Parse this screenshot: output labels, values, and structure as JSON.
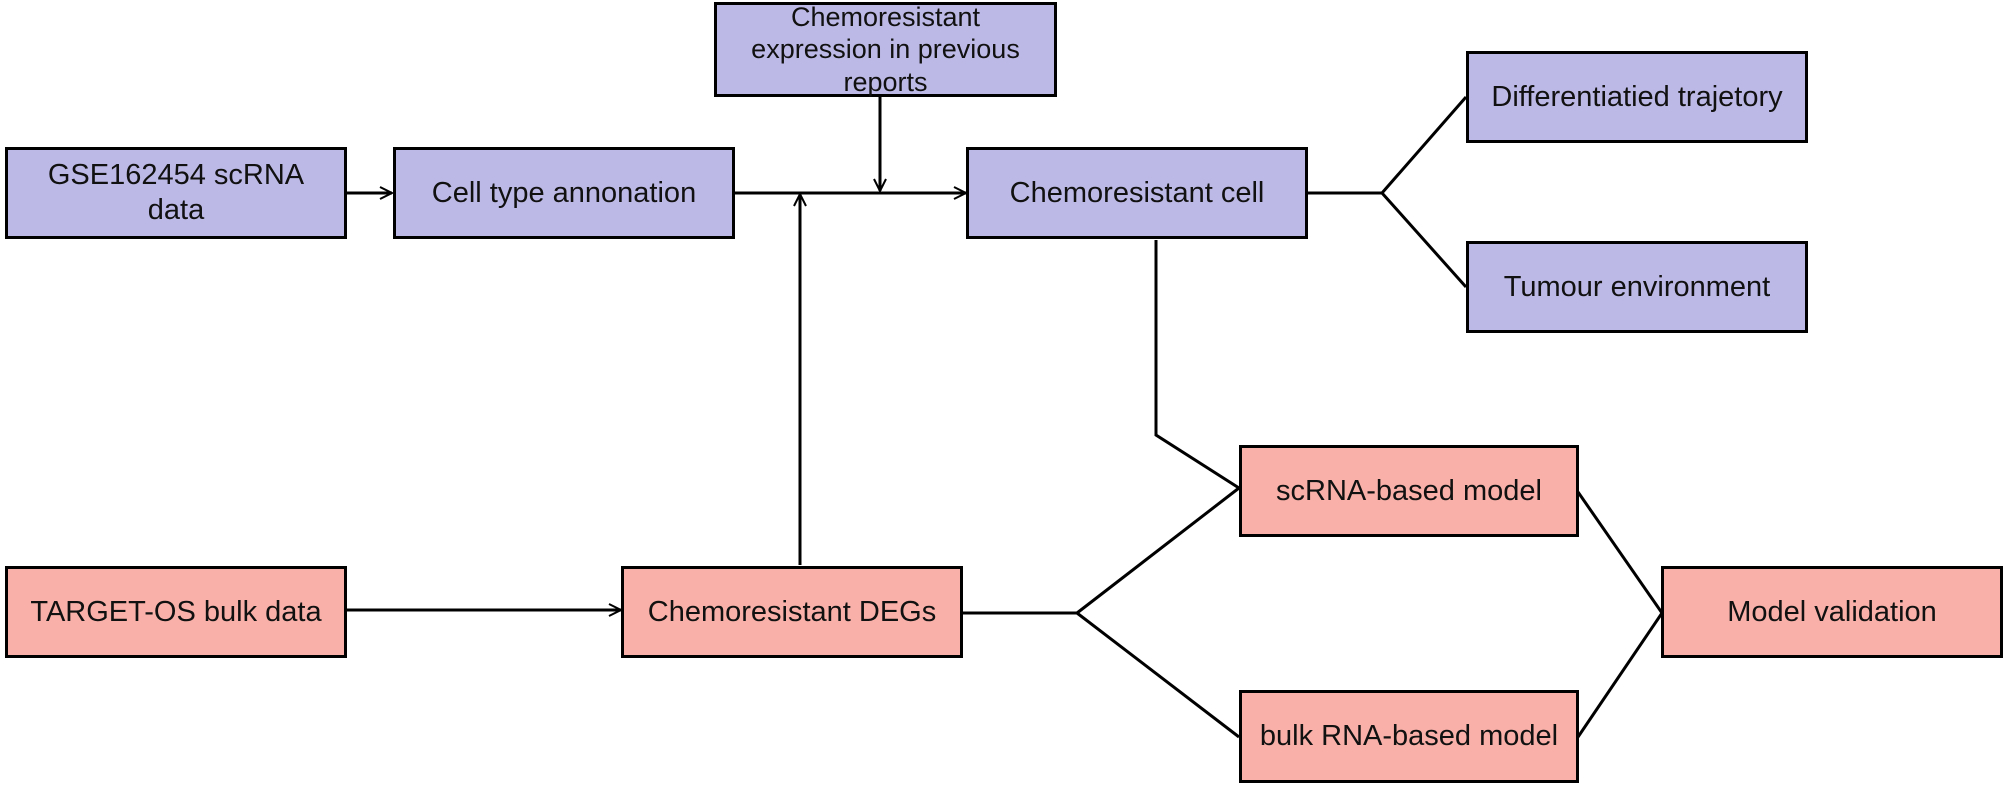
{
  "colors": {
    "scrna_fill": "#BDB9E6",
    "bulk_fill": "#F8B0A8",
    "stroke": "#000000"
  },
  "nodes": {
    "gse_data": "GSE162454 scRNA data",
    "cell_type": "Cell type annonation",
    "prev_reports": "Chemoresistant expression in previous reports",
    "chemo_cell": "Chemoresistant cell",
    "trajectory": "Differentiatied trajetory",
    "environment": "Tumour environment",
    "target_os": "TARGET-OS bulk data",
    "chemo_degs": "Chemoresistant DEGs",
    "scrna_model": "scRNA-based model",
    "bulk_model": "bulk RNA-based model",
    "validation": "Model validation"
  }
}
